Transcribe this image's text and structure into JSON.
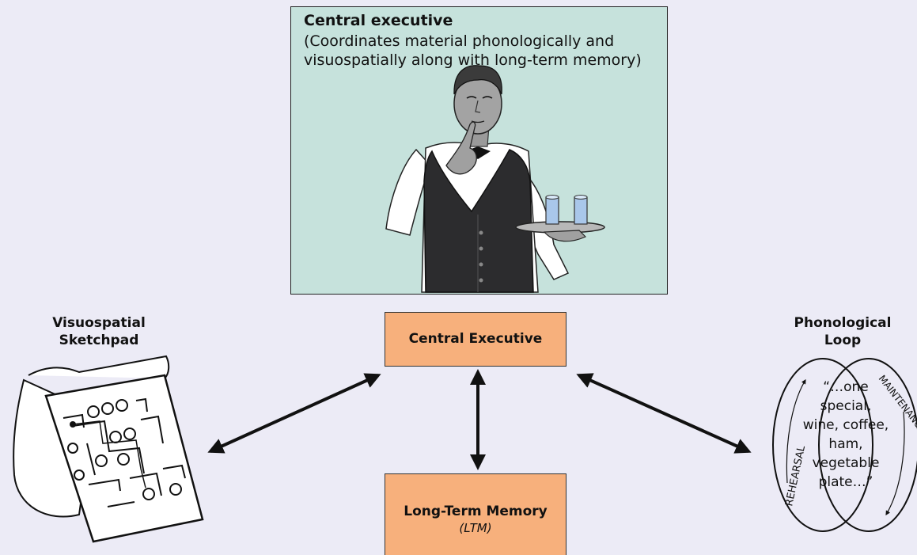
{
  "central_panel": {
    "title": "Central executive",
    "description": "(Coordinates material phonologically and visuospatially along with long-term memory)"
  },
  "central_executive_box": {
    "label": "Central Executive"
  },
  "ltm_box": {
    "label": "Long-Term Memory",
    "abbreviation": "(LTM)"
  },
  "visuospatial": {
    "label_line1": "Visuospatial",
    "label_line2": "Sketchpad"
  },
  "phonological": {
    "label_line1": "Phonological",
    "label_line2": "Loop",
    "quote_lines": [
      "“…one",
      "special,",
      "wine, coffee,",
      "ham,",
      "vegetable",
      "plate…”"
    ],
    "rehearsal_label": "REHEARSAL",
    "maintenance_label": "MAINTENANCE"
  },
  "colors": {
    "background": "#ecebf6",
    "panel_fill": "#c6e2dc",
    "box_fill": "#f7b07c"
  }
}
